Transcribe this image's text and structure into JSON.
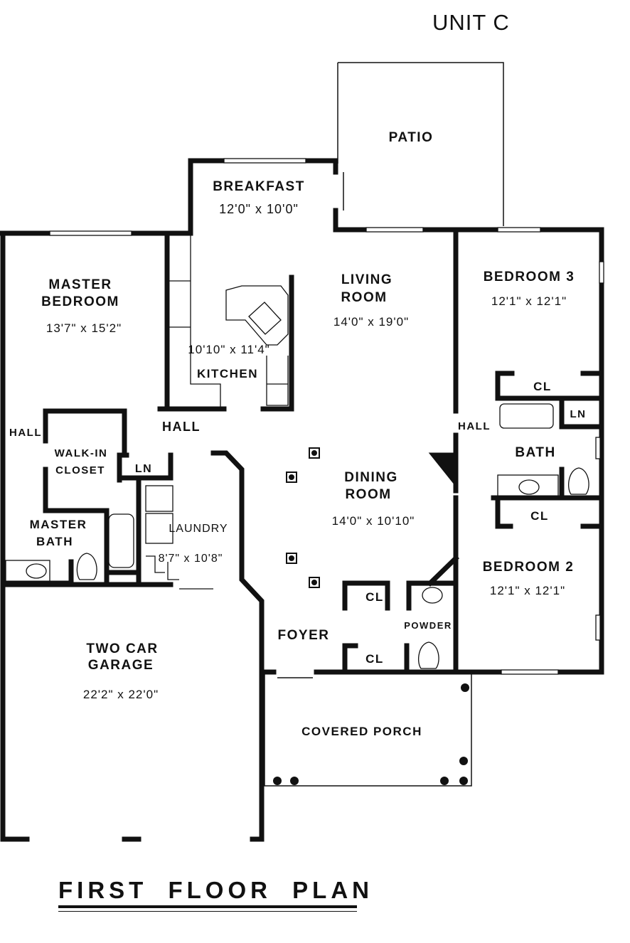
{
  "unit_label": "UNIT C",
  "plan_title": "FIRST FLOOR PLAN",
  "rooms": {
    "patio": {
      "name": "PATIO"
    },
    "breakfast": {
      "name": "BREAKFAST",
      "size": "12'0\" x 10'0\""
    },
    "master_bedroom": {
      "name_line1": "MASTER",
      "name_line2": "BEDROOM",
      "size": "13'7\" x 15'2\""
    },
    "living_room": {
      "name_line1": "LIVING",
      "name_line2": "ROOM",
      "size": "14'0\" x 19'0\""
    },
    "bedroom3": {
      "name": "BEDROOM 3",
      "size": "12'1\" x 12'1\""
    },
    "kitchen": {
      "name": "KITCHEN",
      "size": "10'10\" x 11'4\""
    },
    "hall_left": {
      "name": "HALL"
    },
    "hall_center": {
      "name": "HALL"
    },
    "hall_right": {
      "name": "HALL"
    },
    "walkin_closet": {
      "name_line1": "WALK-IN",
      "name_line2": "CLOSET"
    },
    "ln_left": {
      "name": "LN"
    },
    "ln_right": {
      "name": "LN"
    },
    "cl_bed3": {
      "name": "CL"
    },
    "bath": {
      "name": "BATH"
    },
    "cl_bed2": {
      "name": "CL"
    },
    "dining_room": {
      "name_line1": "DINING",
      "name_line2": "ROOM",
      "size": "14'0\" x 10'10\""
    },
    "master_bath": {
      "name_line1": "MASTER",
      "name_line2": "BATH"
    },
    "laundry": {
      "name": "LAUNDRY",
      "size": "8'7\" x 10'8\""
    },
    "bedroom2": {
      "name": "BEDROOM 2",
      "size": "12'1\" x 12'1\""
    },
    "cl_foyer_top": {
      "name": "CL"
    },
    "cl_foyer_bottom": {
      "name": "CL"
    },
    "powder": {
      "name": "POWDER"
    },
    "foyer": {
      "name": "FOYER"
    },
    "garage": {
      "name_line1": "TWO CAR",
      "name_line2": "GARAGE",
      "size": "22'2\" x 22'0\""
    },
    "covered_porch": {
      "name": "COVERED PORCH"
    }
  }
}
